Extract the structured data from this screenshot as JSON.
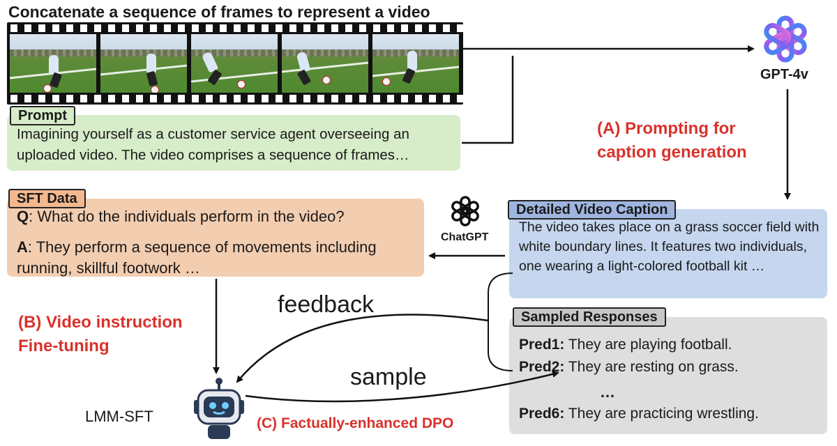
{
  "title": "Concatenate a sequence of frames to represent a video",
  "prompt": {
    "label": "Prompt",
    "text": "Imagining yourself as a customer service agent overseeing an uploaded video. The video comprises a sequence of frames…"
  },
  "gpt": {
    "label": "GPT-4v"
  },
  "step_a": {
    "line1": "(A) Prompting for",
    "line2": "caption generation"
  },
  "caption": {
    "label": "Detailed Video Caption",
    "text": "The video takes place on a grass soccer field with white boundary lines. It features two individuals, one wearing a light-colored football kit …"
  },
  "chatgpt": {
    "label": "ChatGPT"
  },
  "sft": {
    "label": "SFT Data",
    "q_key": "Q",
    "q_text": ": What do the individuals perform in the video?",
    "a_key": "A",
    "a_text": ": They perform a sequence of movements including running, skillful footwork …"
  },
  "step_b": {
    "line1": "(B) Video instruction",
    "line2": "Fine-tuning"
  },
  "feedback_label": "feedback",
  "sample_label": "sample",
  "sampled": {
    "label": "Sampled Responses",
    "preds": [
      {
        "key": "Pred1:",
        "text": " They are playing football."
      },
      {
        "key": "Pred2:",
        "text": " They are resting on grass."
      },
      {
        "key": "Pred6:",
        "text": " They are practicing wrestling."
      }
    ],
    "ellipsis": "…"
  },
  "lmm": {
    "label": "LMM-SFT"
  },
  "step_c": {
    "label": "(C) Factually-enhanced DPO"
  },
  "colors": {
    "prompt_bg": "#d7ecc9",
    "sft_bg": "#f3cdb0",
    "caption_bg": "#c5d6ee",
    "sampled_bg": "#dedede",
    "accent_red": "#d9322b"
  }
}
